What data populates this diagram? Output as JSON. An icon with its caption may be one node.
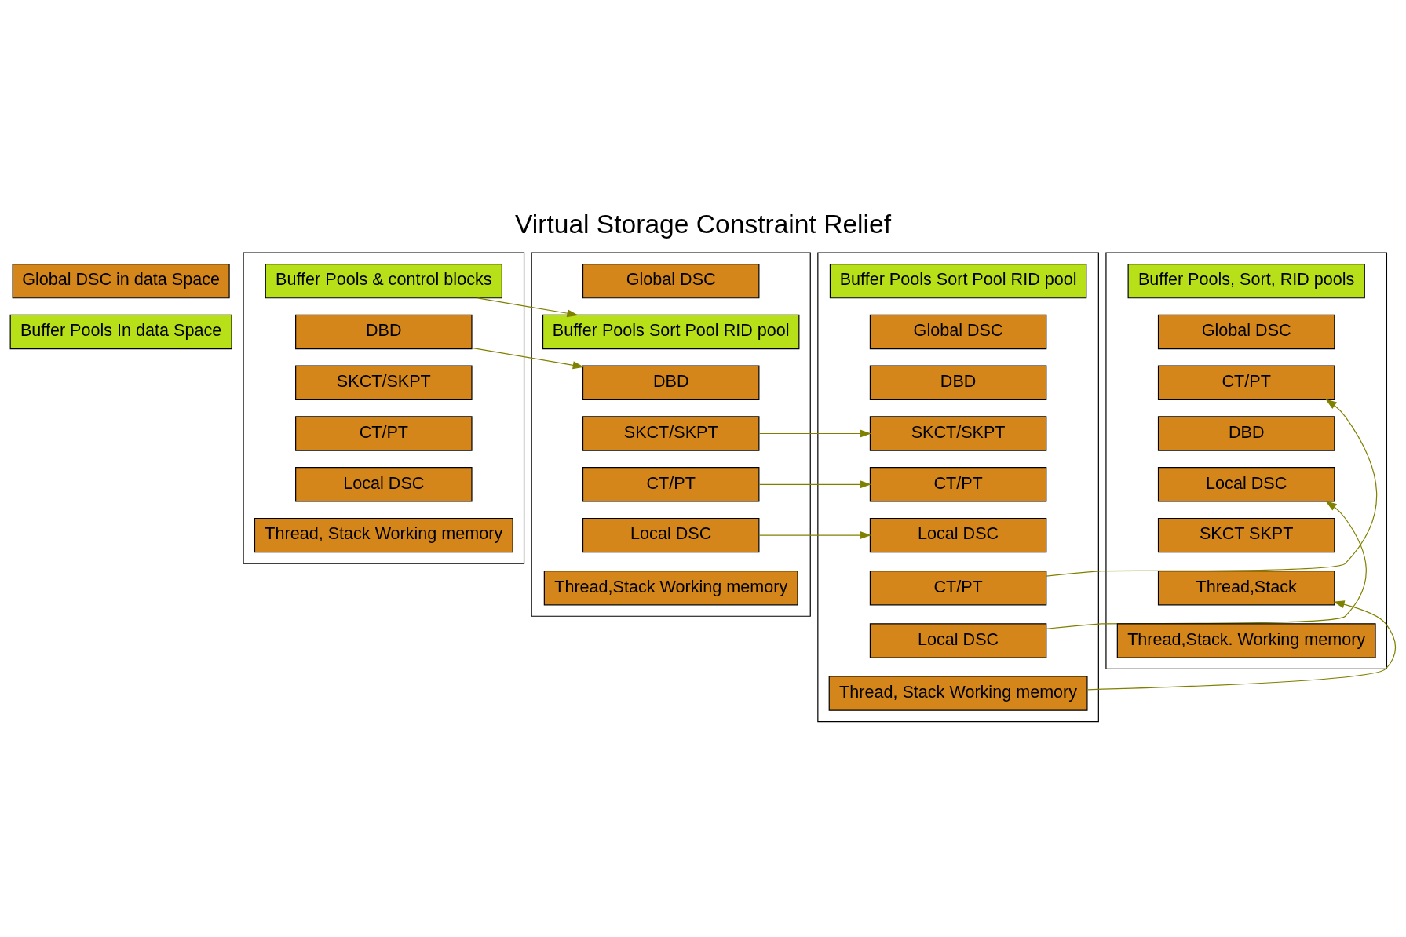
{
  "diagram": {
    "title": "Virtual Storage Constraint Relief",
    "nodes": [
      {
        "text": [
          "Global DSC in data Space"
        ]
      },
      {
        "text": [
          "Buffer Pools In data Space"
        ]
      },
      {
        "text": [],
        "shape": "box"
      },
      {
        "text": [
          "Buffer Pools & control blocks"
        ],
        "in": 2
      },
      {
        "text": [
          "DBD"
        ],
        "in": 2
      },
      {
        "text": [
          "SKCT/SKPT"
        ],
        "in": 2
      },
      {
        "text": [
          "CT/PT"
        ],
        "in": 2
      },
      {
        "text": [
          "Local DSC"
        ],
        "in": 2
      },
      {
        "text": [
          "Thread, Stack Working memory"
        ],
        "in": 2
      },
      {
        "text": [],
        "shape": "box"
      },
      {
        "text": [
          "Global DSC"
        ],
        "in": 9
      },
      {
        "text": [
          "Buffer Pools Sort Pool RID pool"
        ],
        "in": 9
      },
      {
        "text": [
          "DBD"
        ],
        "in": 9
      },
      {
        "text": [
          "SKCT/SKPT"
        ],
        "in": 9
      },
      {
        "text": [
          "CT/PT"
        ],
        "in": 9
      },
      {
        "text": [
          "Local DSC"
        ],
        "in": 9
      },
      {
        "text": [
          "Thread,Stack Working memory"
        ],
        "in": 9
      },
      {
        "text": [],
        "shape": "box"
      },
      {
        "text": [
          "Buffer Pools Sort Pool RID pool"
        ],
        "in": 17
      },
      {
        "text": [
          "Global DSC"
        ],
        "in": 17
      },
      {
        "text": [
          "DBD"
        ],
        "in": 17
      },
      {
        "text": [
          "SKCT/SKPT"
        ],
        "in": 17
      },
      {
        "text": [
          "CT/PT"
        ],
        "in": 17
      },
      {
        "text": [
          "Local DSC"
        ],
        "in": 17
      },
      {
        "text": [
          "CT/PT"
        ],
        "in": 17
      },
      {
        "text": [
          "Local DSC"
        ],
        "in": 17
      },
      {
        "text": [
          "Thread, Stack Working memory"
        ],
        "in": 17
      },
      {
        "text": [],
        "shape": "box"
      },
      {
        "text": [
          "Buffer Pools, Sort, RID pools"
        ],
        "in": 27
      },
      {
        "text": [
          "Global DSC"
        ],
        "in": 27
      },
      {
        "text": [
          "CT/PT"
        ],
        "in": 27
      },
      {
        "text": [
          "DBD"
        ],
        "in": 27
      },
      {
        "text": [
          "Local DSC"
        ],
        "in": 27
      },
      {
        "text": [
          "SKCT SKPT"
        ],
        "in": 27
      },
      {
        "text": [
          "Thread,Stack"
        ],
        "in": 27
      },
      {
        "text": [
          "Thread,Stack. Working memory"
        ],
        "in": 27
      }
    ],
    "edges": [
      {
        "from": 3,
        "to": 11,
        "arrow": "to",
        "color": "#808000"
      },
      {
        "from": 4,
        "to": 12,
        "arrow": "to",
        "color": "#808000"
      },
      {
        "from": 13,
        "to": 21,
        "arrow": "to",
        "color": "#808000"
      },
      {
        "from": 14,
        "to": 22,
        "arrow": "to",
        "color": "#808000"
      },
      {
        "from": 15,
        "to": 23,
        "arrow": "to",
        "color": "#808000"
      },
      {
        "from": 24,
        "to": 30,
        "arrow": "to",
        "color": "#808000"
      },
      {
        "from": 25,
        "to": 32,
        "arrow": "to",
        "color": "#808000"
      },
      {
        "from": 26,
        "to": 34,
        "arrow": "to",
        "color": "#808000"
      }
    ]
  }
}
